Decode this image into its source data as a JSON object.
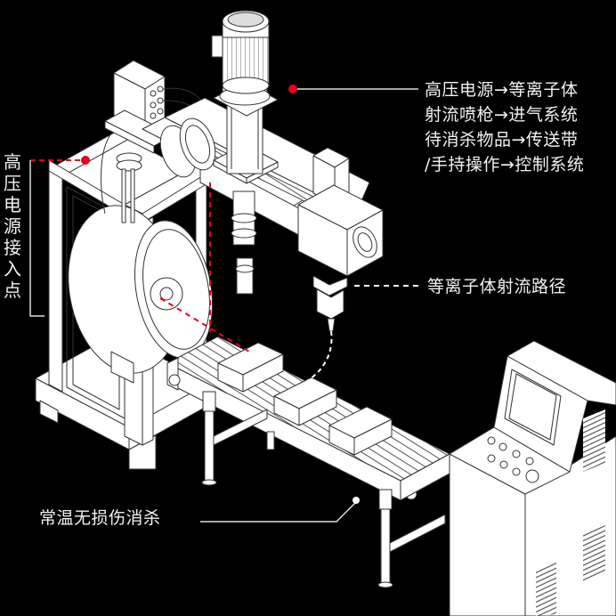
{
  "diagram": {
    "title": "等离子体射流消杀设备示意图",
    "colors": {
      "background": "#000000",
      "line_art": "#ffffff",
      "outline": "#333333",
      "callout_marker": "#e8001c",
      "plasma_path": "#e8001c",
      "label_text": "#f2f2f2"
    },
    "callouts": {
      "system_flow": {
        "lines": [
          "高压电源→等离子体",
          "射流喷枪→进气系统",
          "待消杀物品→传送带",
          "/手持操作→控制系统"
        ],
        "marker": "red-dot"
      },
      "power_input": {
        "text": "高压电源接入点",
        "marker": "red-dot"
      },
      "plasma_path": {
        "text": "等离子体射流路径",
        "marker": "dashed-line"
      },
      "disinfection": {
        "text": "常温无损伤消杀",
        "marker": "white-dot"
      }
    },
    "components": [
      "motor",
      "high-voltage-power-box",
      "frame",
      "drum",
      "gantry-beam",
      "plasma-jet-gun",
      "roller-conveyor",
      "items-boxes",
      "control-cabinet"
    ],
    "conveyor_items_count": 3,
    "control_panel_buttons_count": 8
  }
}
